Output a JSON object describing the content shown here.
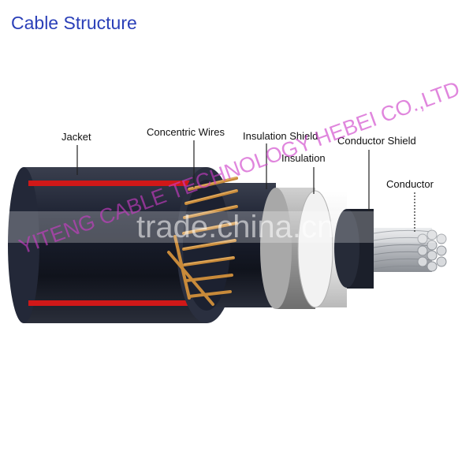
{
  "title": "Cable Structure",
  "labels": {
    "jacket": "Jacket",
    "concentric_wires": "Concentric Wires",
    "insulation_shield": "Insulation Shield",
    "insulation": "Insulation",
    "conductor_shield": "Conductor Shield",
    "conductor": "Conductor"
  },
  "watermarks": {
    "site": "trade.china.cn",
    "company": "YITENG CABLE TECHNOLOGY HEBEI CO.,LTD"
  },
  "colors": {
    "title": "#2a3fb8",
    "jacket": "#1a1f2e",
    "stripe": "#d01818",
    "copper": "#c88a3a",
    "insulation_shield": "#9a9a9a",
    "insulation": "#ececec",
    "conductor_shield": "#1b1f2a",
    "conductor": "#c9ccd0"
  }
}
